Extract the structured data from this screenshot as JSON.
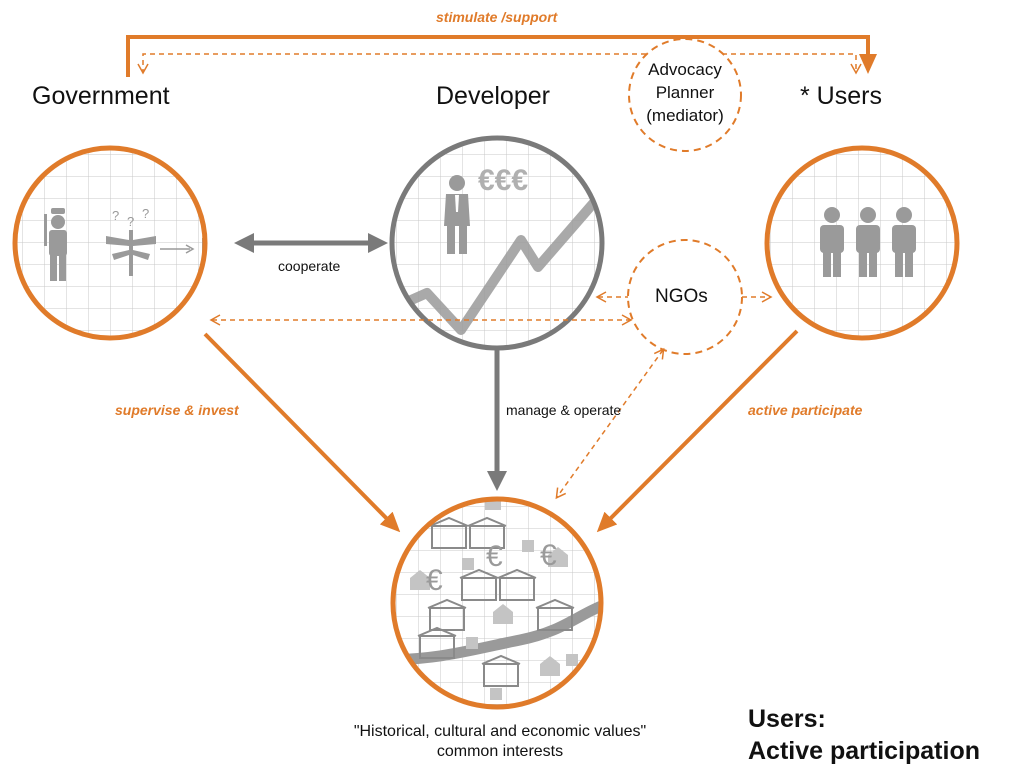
{
  "colors": {
    "orange": "#e07b2a",
    "gray": "#7a7a7a",
    "grid": "#c9c9c9",
    "icon": "#9a9a9a",
    "text": "#111111"
  },
  "labels": {
    "stimulate": "stimulate /support",
    "government": "Government",
    "developer": "Developer",
    "users": "* Users",
    "advocacy": [
      "Advocacy",
      "Planner",
      "(mediator)"
    ],
    "cooperate": "cooperate",
    "ngos": "NGOs",
    "supervise": "supervise & invest",
    "manage": "manage & operate",
    "participate": "active participate",
    "currency": "€€€",
    "euro": "€",
    "questions": [
      "?",
      "?",
      "?"
    ],
    "footer": [
      "\"Historical, cultural and economic values\"",
      "common interests"
    ],
    "summary": [
      "Users:",
      "Active participation"
    ]
  },
  "icons": {
    "government": [
      "police-officer-icon",
      "signpost-icon",
      "arrow-icon",
      "flag-icon"
    ],
    "developer": [
      "businessman-icon",
      "rising-graph-icon"
    ],
    "users": [
      "person-icon",
      "person-icon",
      "person-icon"
    ],
    "common": [
      "house-icon",
      "euro-icon",
      "road-icon"
    ]
  }
}
